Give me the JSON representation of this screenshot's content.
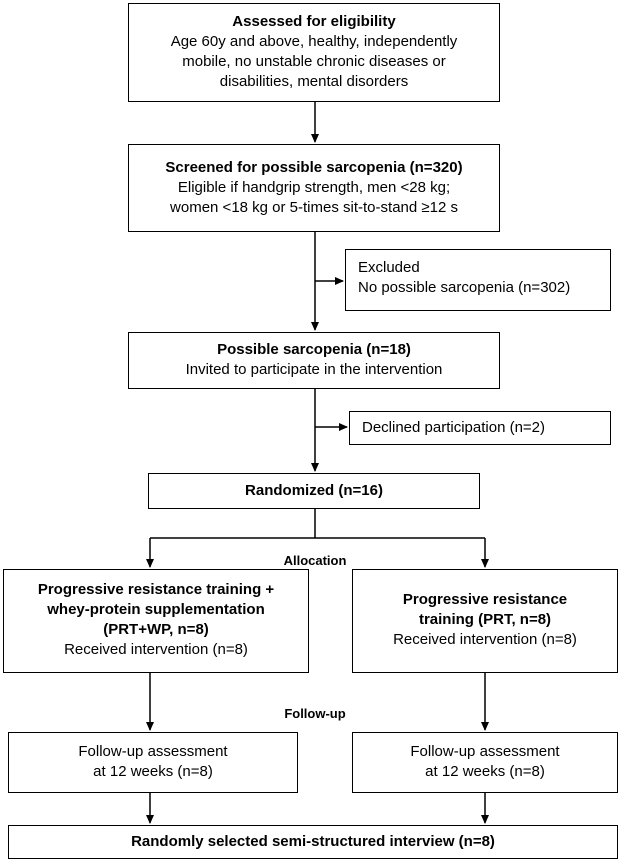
{
  "flow": {
    "assessed": {
      "title": "Assessed for eligibility",
      "lines": [
        "Age 60y and above, healthy, independently",
        "mobile, no unstable chronic diseases or",
        "disabilities, mental disorders"
      ]
    },
    "screened": {
      "title": "Screened for possible sarcopenia (n=320)",
      "lines": [
        "Eligible if handgrip strength, men <28 kg;",
        "women <18 kg or 5-times sit-to-stand ≥12 s"
      ]
    },
    "excluded": {
      "lines": [
        "Excluded",
        "No possible sarcopenia (n=302)"
      ]
    },
    "possible": {
      "title": "Possible sarcopenia (n=18)",
      "lines": [
        "Invited to participate in the intervention"
      ]
    },
    "declined": {
      "text": "Declined participation (n=2)"
    },
    "randomized": {
      "text": "Randomized (n=16)"
    },
    "allocation_label": "Allocation",
    "arm_left": {
      "title_lines": [
        "Progressive resistance training +",
        "whey-protein supplementation",
        "(PRT+WP, n=8)"
      ],
      "received": "Received intervention (n=8)"
    },
    "arm_right": {
      "title_lines": [
        "Progressive resistance",
        "training (PRT, n=8)"
      ],
      "received": "Received intervention (n=8)"
    },
    "followup_label": "Follow-up",
    "followup_left": {
      "lines": [
        "Follow-up assessment",
        "at 12 weeks (n=8)"
      ]
    },
    "followup_right": {
      "lines": [
        "Follow-up assessment",
        "at 12 weeks (n=8)"
      ]
    },
    "interview": {
      "text": "Randomly selected semi-structured interview (n=8)"
    }
  }
}
